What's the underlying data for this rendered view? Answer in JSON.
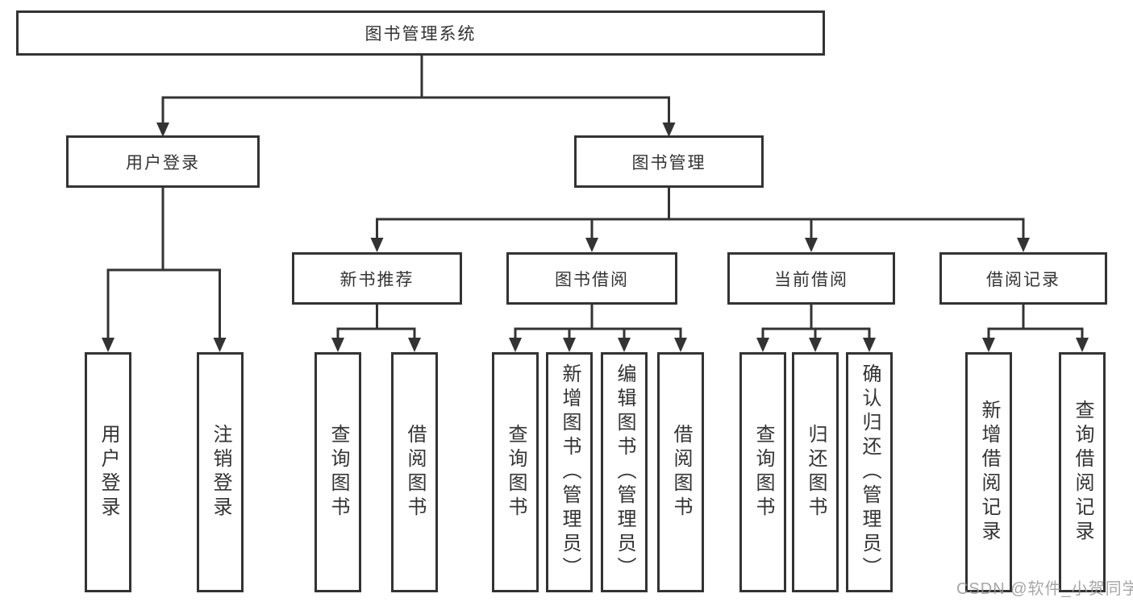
{
  "diagram": {
    "kind": "functional-structure-tree",
    "colors": {
      "line": "#333333",
      "box_border": "#333333",
      "box_fill": "#ffffff",
      "text": "#333333",
      "watermark": "#969696"
    },
    "tree": {
      "root_label": "图书管理系统",
      "children": [
        {
          "label": "用户登录",
          "children": [
            "用户登录",
            "注销登录"
          ]
        },
        {
          "label": "图书管理",
          "children": [
            {
              "label": "新书推荐",
              "children": [
                "查询图书",
                "借阅图书"
              ]
            },
            {
              "label": "图书借阅",
              "children": [
                "查询图书",
                "新增图书（管理员）",
                "编辑图书（管理员）",
                "借阅图书"
              ]
            },
            {
              "label": "当前借阅",
              "children": [
                "查询图书",
                "归还图书",
                "确认归还（管理员）"
              ]
            },
            {
              "label": "借阅记录",
              "children": [
                "新增借阅记录",
                "查询借阅记录"
              ]
            }
          ]
        }
      ]
    },
    "watermark_text": "CSDN @软件_小贺同学"
  }
}
